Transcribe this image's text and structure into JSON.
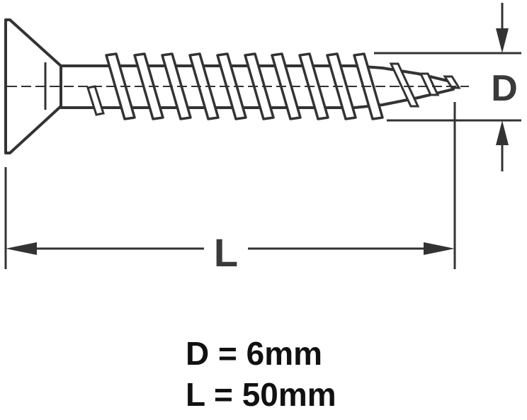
{
  "diagram": {
    "diameter_label": "D",
    "length_label": "L"
  },
  "specs": {
    "diameter": "D = 6mm",
    "length": "L = 50mm"
  },
  "colors": {
    "line": "#333333",
    "fill": "#ffffff",
    "text": "#111111"
  }
}
